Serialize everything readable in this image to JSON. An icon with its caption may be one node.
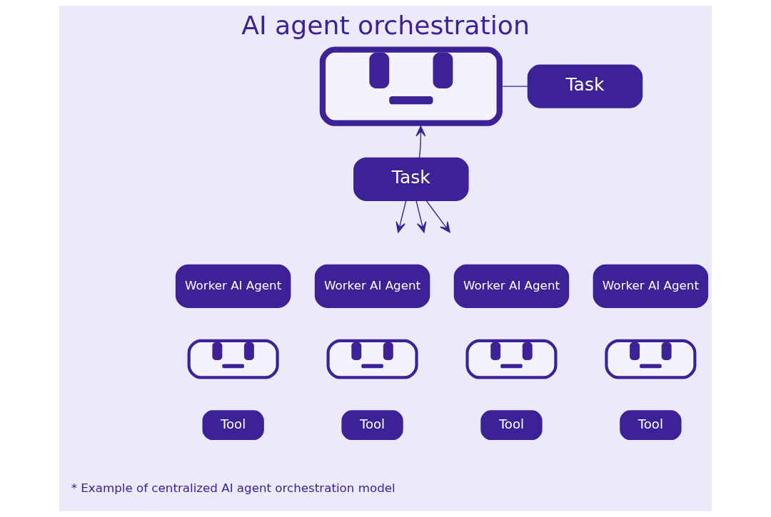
{
  "diagram": {
    "title": "AI agent orchestration",
    "caption": "* Example of centralized AI agent orchestration model",
    "nodes": [
      {
        "text": [],
        "shape": "robot"
      },
      {
        "text": [
          "Task"
        ]
      },
      {
        "text": [
          "Task"
        ]
      },
      {
        "text": [
          "Worker AI Agent"
        ]
      },
      {
        "text": [
          "Worker AI Agent"
        ]
      },
      {
        "text": [
          "Worker AI Agent"
        ]
      },
      {
        "text": [
          "Worker AI Agent"
        ]
      },
      {
        "text": [],
        "shape": "robot"
      },
      {
        "text": [],
        "shape": "robot"
      },
      {
        "text": [],
        "shape": "robot"
      },
      {
        "text": [],
        "shape": "robot"
      },
      {
        "text": [
          "Tool"
        ]
      },
      {
        "text": [
          "Tool"
        ]
      },
      {
        "text": [
          "Tool"
        ]
      },
      {
        "text": [
          "Tool"
        ]
      }
    ],
    "edges": [
      {
        "from": 0,
        "to": 1,
        "arrow": "none"
      },
      {
        "from": 2,
        "to": 0,
        "arrow": "to"
      },
      {
        "from": 2,
        "to": null,
        "arrow": "to"
      },
      {
        "from": 2,
        "to": null,
        "arrow": "to"
      },
      {
        "from": 2,
        "to": null,
        "arrow": "to"
      }
    ]
  }
}
